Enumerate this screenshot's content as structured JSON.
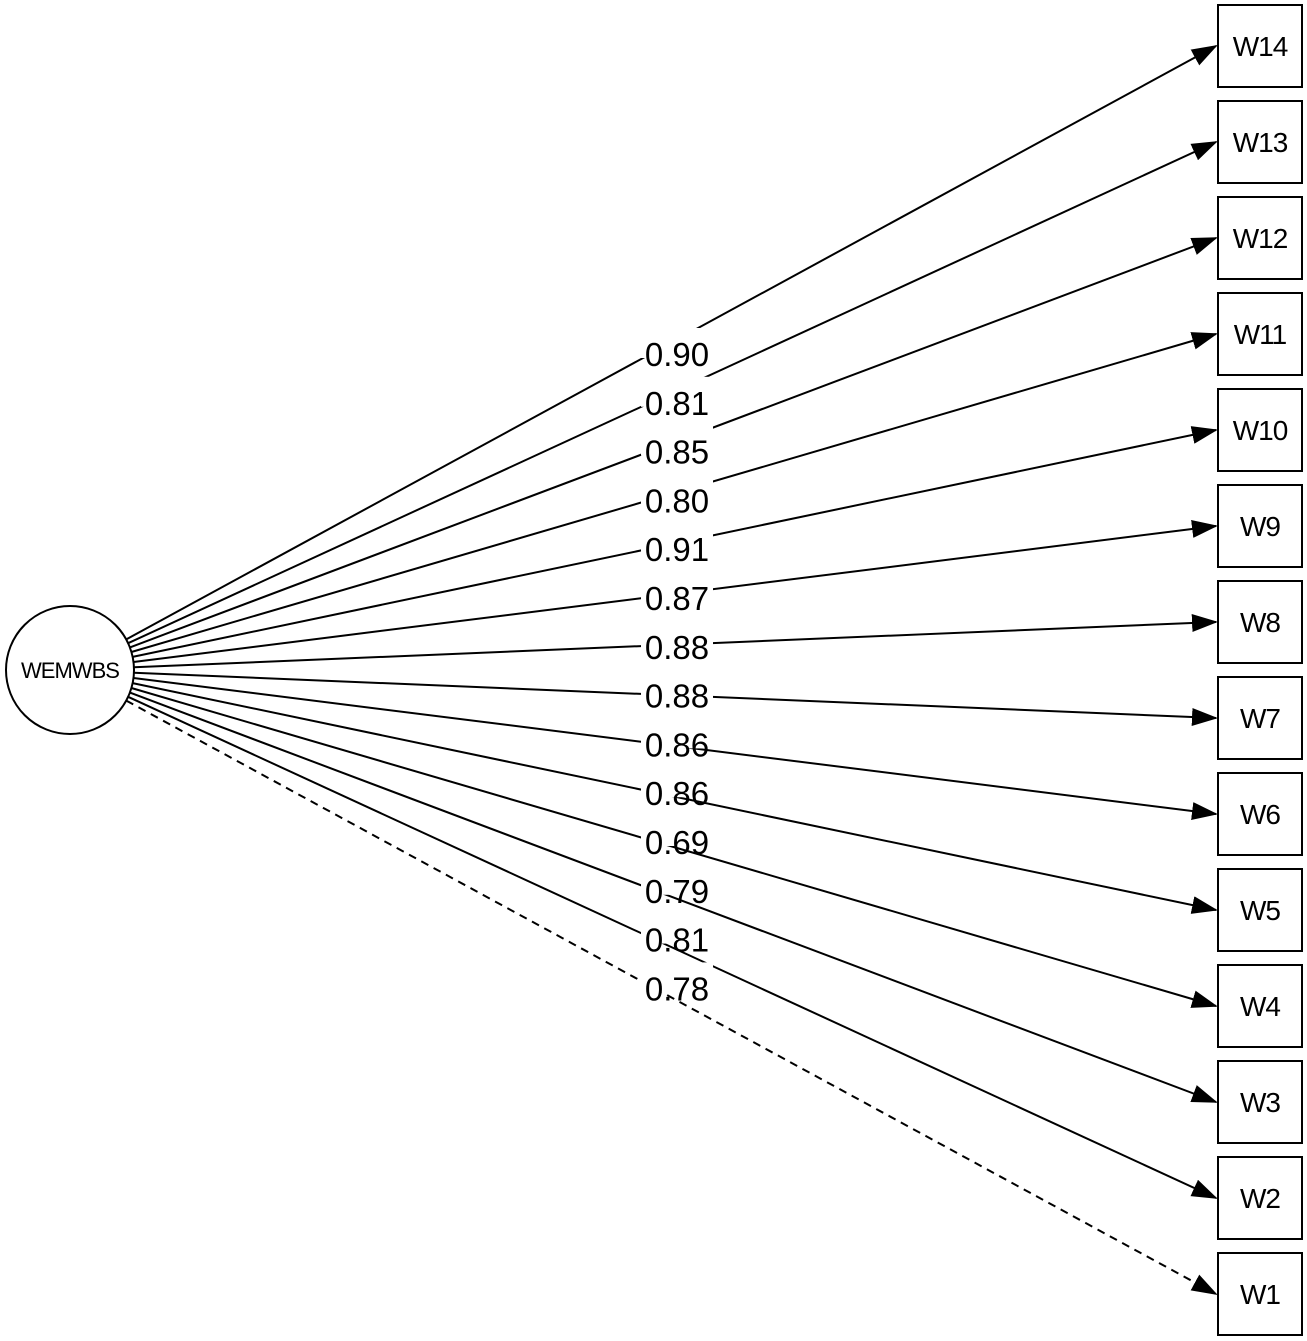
{
  "latent": {
    "label": "WEMWBS"
  },
  "indicators": [
    {
      "label": "W14",
      "loading": "0.90",
      "dashed": false
    },
    {
      "label": "W13",
      "loading": "0.81",
      "dashed": false
    },
    {
      "label": "W12",
      "loading": "0.85",
      "dashed": false
    },
    {
      "label": "W11",
      "loading": "0.80",
      "dashed": false
    },
    {
      "label": "W10",
      "loading": "0.91",
      "dashed": false
    },
    {
      "label": "W9",
      "loading": "0.87",
      "dashed": false
    },
    {
      "label": "W8",
      "loading": "0.88",
      "dashed": false
    },
    {
      "label": "W7",
      "loading": "0.88",
      "dashed": false
    },
    {
      "label": "W6",
      "loading": "0.86",
      "dashed": false
    },
    {
      "label": "W5",
      "loading": "0.86",
      "dashed": false
    },
    {
      "label": "W4",
      "loading": "0.69",
      "dashed": false
    },
    {
      "label": "W3",
      "loading": "0.79",
      "dashed": false
    },
    {
      "label": "W2",
      "loading": "0.81",
      "dashed": false
    },
    {
      "label": "W1",
      "loading": "0.78",
      "dashed": true
    }
  ]
}
